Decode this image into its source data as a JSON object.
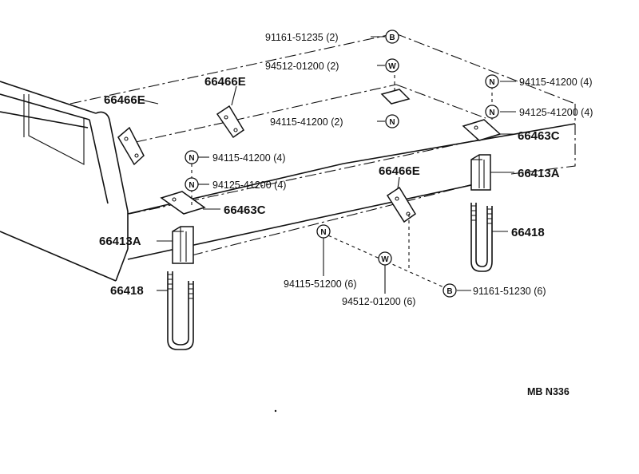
{
  "labels": {
    "bracket_e_1": "66466E",
    "bracket_e_2": "66466E",
    "bracket_e_3": "66466E",
    "bracket_c_right": "66463C",
    "bracket_c_left": "66463C",
    "block_right": "66413A",
    "block_left": "66413A",
    "ubolt_right": "66418",
    "ubolt_left": "66418",
    "bolt_top": "91161-51235 (2)",
    "washer_top": "94512-01200 (2)",
    "nut_top_right": "94115-41200 (4)",
    "nut2_top_right": "94125-41200 (4)",
    "nut_mid": "94115-41200 (2)",
    "nut_left_1": "94115-41200 (4)",
    "nut_left_2": "94125-41200 (4)",
    "nut_bottom": "94115-51200 (6)",
    "washer_bottom": "94512-01200 (6)",
    "bolt_bottom": "91161-51230 (6)",
    "code": "MB N336"
  },
  "symbols": {
    "bolt": "B",
    "washer": "W",
    "nut": "N"
  }
}
